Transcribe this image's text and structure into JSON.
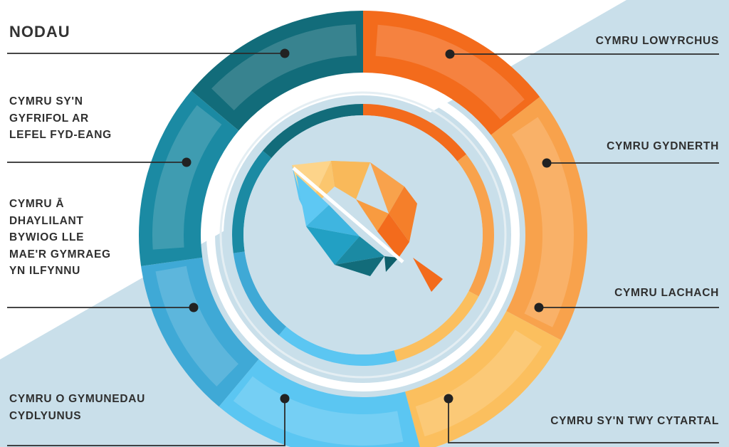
{
  "title": "NODAU",
  "goals": [
    {
      "id": "prosperous",
      "label": "CYMRU LOWYRCHUS",
      "color": "#f36b1c"
    },
    {
      "id": "resilient",
      "label": "CYMRU GYDNERTH",
      "color": "#f8a24c"
    },
    {
      "id": "healthier",
      "label": "CYMRU LACHACH",
      "color": "#fbbf5e"
    },
    {
      "id": "more-equal",
      "label": "CYMRU SY'N TWY CYTARTAL",
      "color": "#5bc6f2"
    },
    {
      "id": "cohesive-communities",
      "label": "CYMRU O GYMUNEDAU\nCYDLYUNUS",
      "color": "#3fa9d6"
    },
    {
      "id": "vibrant-culture",
      "label": "CYMRU Ā\nDHAYLILANT\nBYWIOG LLE\nMAE'R GYMRAEG\nYN ILFYNNU",
      "color": "#1b8aa3"
    },
    {
      "id": "globally-responsible",
      "label": "CYMRU SY'N\nGYFRIFOL AR\nLEFEL FYD-EANG",
      "color": "#126c7a"
    }
  ],
  "colors": {
    "dark_teal": "#0e5f6b",
    "teal": "#17819a",
    "sky": "#5ec8f3",
    "orange": "#f36b1c",
    "light_orange": "#f8a24c",
    "yellow": "#fbbf5e",
    "background_panel": "#c9dfea",
    "text": "#2f2f2f"
  },
  "icons": [
    "leaf-icon",
    "bullet-dot-icon"
  ]
}
